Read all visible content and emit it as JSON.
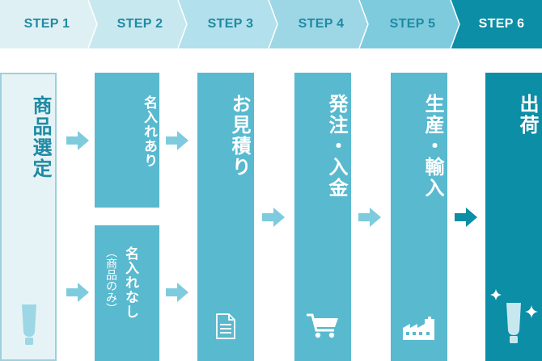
{
  "steps": [
    {
      "label": "STEP 1"
    },
    {
      "label": "STEP 2"
    },
    {
      "label": "STEP 3"
    },
    {
      "label": "STEP 4"
    },
    {
      "label": "STEP 5"
    },
    {
      "label": "STEP 6"
    }
  ],
  "boxes": {
    "product_selection": "商品選定",
    "with_name": "名入れあり",
    "without_name": "名入れなし",
    "without_name_note": "（商品のみ）",
    "estimate": "お見積り",
    "order_payment": "発注・入金",
    "production_import": "生産・輸入",
    "shipping": "出荷"
  },
  "icons": {
    "tube": "tube-icon",
    "document": "document-icon",
    "cart": "cart-icon",
    "factory": "factory-icon",
    "sparkle": "sparkle-icon"
  },
  "colors": {
    "step_bar_1": "#dff0f4",
    "step_bar_2": "#c8e8f0",
    "step_bar_3": "#b2e0ec",
    "step_bar_4": "#9dd7e6",
    "step_bar_5": "#7ecbde",
    "step_bar_6": "#0b8ea6",
    "step_text": "#1f8aa3",
    "box_light": "#e6f3f6",
    "box_border": "#9cd0dc",
    "box_mid": "#58b9cf",
    "box_dark": "#0b8ea6",
    "arrow_light": "#7ecbde",
    "arrow_dark": "#0b8ea6"
  }
}
